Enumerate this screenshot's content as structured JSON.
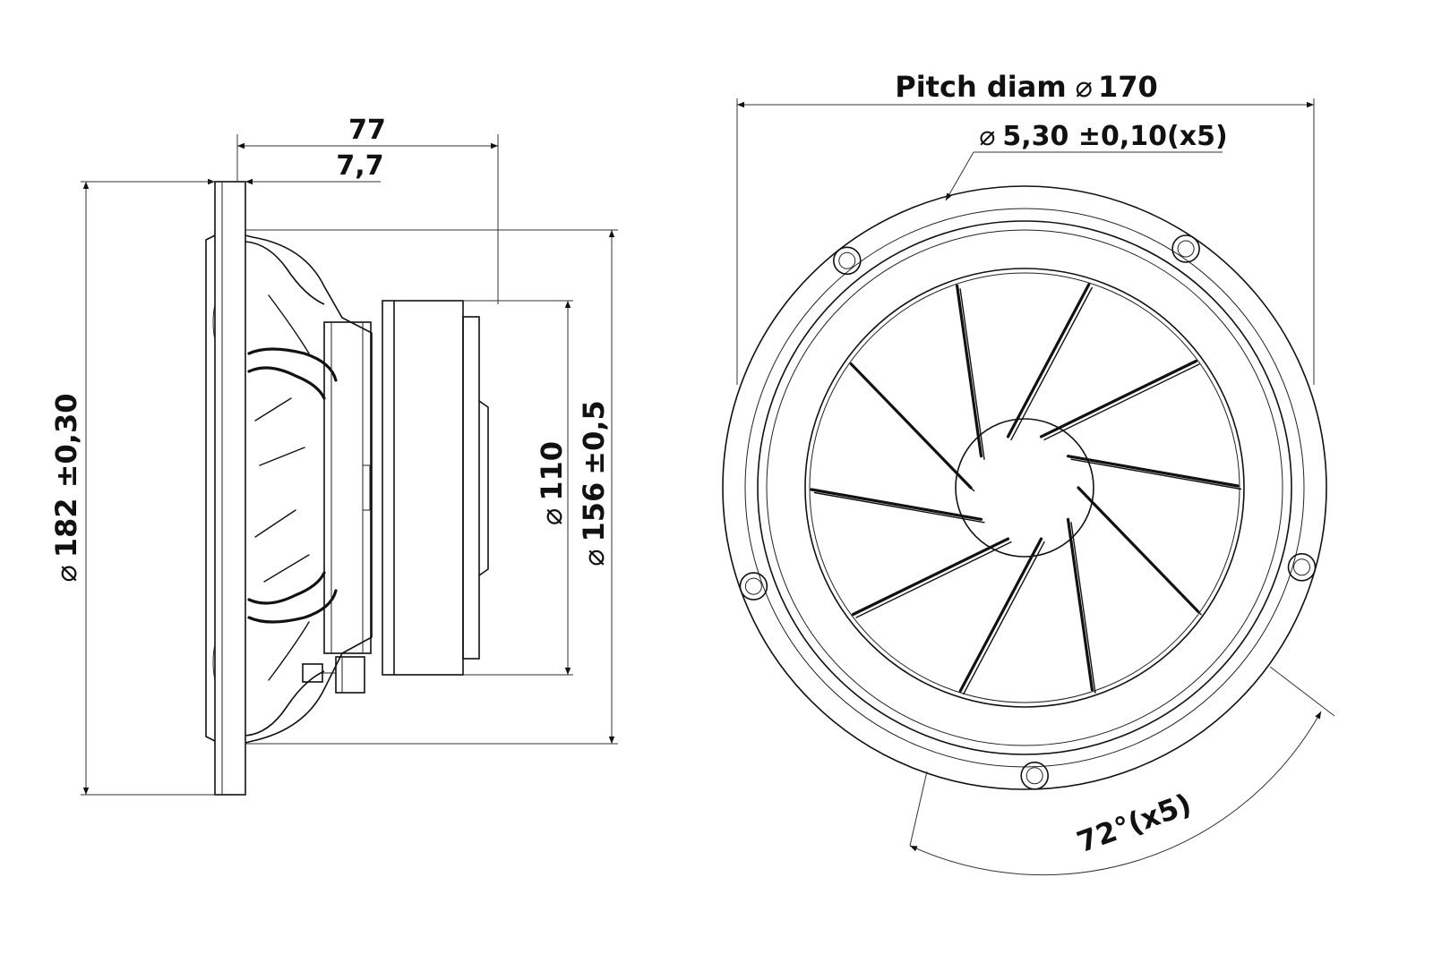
{
  "side_view": {
    "depth_total": "77",
    "flange_thickness": "7,7",
    "outer_diameter": "182 ±0,30",
    "magnet_diameter": "110",
    "cutout_diameter": "156",
    "cutout_tolerance": "±0,5",
    "diameter_symbol": "⌀"
  },
  "front_view": {
    "pitch_label": "Pitch diam",
    "pitch_value": "170",
    "hole_spec": "5,30 ±0,10(x5)",
    "angle_spec": "72°(x5)",
    "diameter_symbol": "⌀",
    "hole_count": 5,
    "blade_count": 10
  }
}
